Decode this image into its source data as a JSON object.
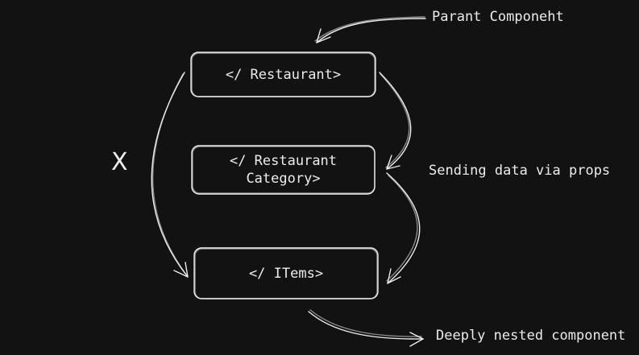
{
  "diagram": {
    "nodes": {
      "restaurant": {
        "label": "</ Restaurant>"
      },
      "restaurant_category": {
        "label": "</ Restaurant\nCategory>"
      },
      "items": {
        "label": "</ ITems>"
      }
    },
    "annotations": {
      "parent_component": "Parant Componeht",
      "sending_data": "Sending data via props",
      "deeply_nested": "Deeply nested component",
      "cross_mark": "X"
    },
    "colors": {
      "background": "#121212",
      "stroke": "#ececec"
    }
  }
}
